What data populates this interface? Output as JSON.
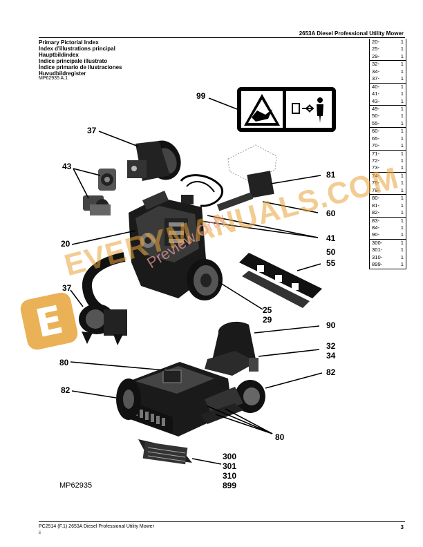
{
  "header": {
    "title": "2653A Diesel Professional Utility Mower"
  },
  "index_titles": [
    "Primary Pictorial Index",
    "Index d'illustrations principal",
    "Hauptbildindex",
    "Indice principale illustrato",
    "Índice primario de ilustraciones",
    "Huvudbildregister"
  ],
  "mp_code": "MP62935 A.1",
  "page_table": [
    [
      [
        "20-",
        "1"
      ],
      [
        "25-",
        "1"
      ],
      [
        "29-",
        "1"
      ]
    ],
    [
      [
        "32-",
        "1"
      ],
      [
        "34-",
        "1"
      ],
      [
        "37-",
        "1"
      ]
    ],
    [
      [
        "40-",
        "1"
      ],
      [
        "41-",
        "1"
      ],
      [
        "43-",
        "1"
      ]
    ],
    [
      [
        "49-",
        "1"
      ],
      [
        "50-",
        "1"
      ],
      [
        "55-",
        "1"
      ]
    ],
    [
      [
        "60-",
        "1"
      ],
      [
        "65-",
        "1"
      ],
      [
        "70-",
        "1"
      ]
    ],
    [
      [
        "71-",
        "1"
      ],
      [
        "72-",
        "1"
      ],
      [
        "73-",
        "1"
      ]
    ],
    [
      [
        "74-",
        "1"
      ],
      [
        "76-",
        "1"
      ],
      [
        "79-",
        "1"
      ]
    ],
    [
      [
        "80-",
        "1"
      ],
      [
        "81-",
        "1"
      ],
      [
        "82-",
        "1"
      ]
    ],
    [
      [
        "83-",
        "1"
      ],
      [
        "84-",
        "1"
      ],
      [
        "90-",
        "1"
      ]
    ],
    [
      [
        "300-",
        "1"
      ],
      [
        "301-",
        "1"
      ],
      [
        "310-",
        "1"
      ],
      [
        "899-",
        "1"
      ]
    ]
  ],
  "callouts": {
    "c99": "99",
    "c37a": "37",
    "c43": "43",
    "c81": "81",
    "c60": "60",
    "c20": "20",
    "c41": "41",
    "c50": "50",
    "c55": "55",
    "c37b": "37",
    "c25_29": "25\n29",
    "c90": "90",
    "c32_34": "32\n34",
    "c80a": "80",
    "c82a": "82",
    "c82b": "82",
    "c80b": "80",
    "c300": "300\n301\n310\n899"
  },
  "figure_code": "MP62935",
  "footer": {
    "left": "PC2514   (F.1)    2653A Diesel Professional Utility Mower",
    "sub": "ii",
    "page": "3"
  },
  "watermark": {
    "text": "EVERYMANUALS.COM",
    "preview": "Preview Only",
    "badge": "E"
  },
  "colors": {
    "ink": "#000000",
    "watermark": "#e8a43a",
    "preview": "#e9a0a0"
  }
}
